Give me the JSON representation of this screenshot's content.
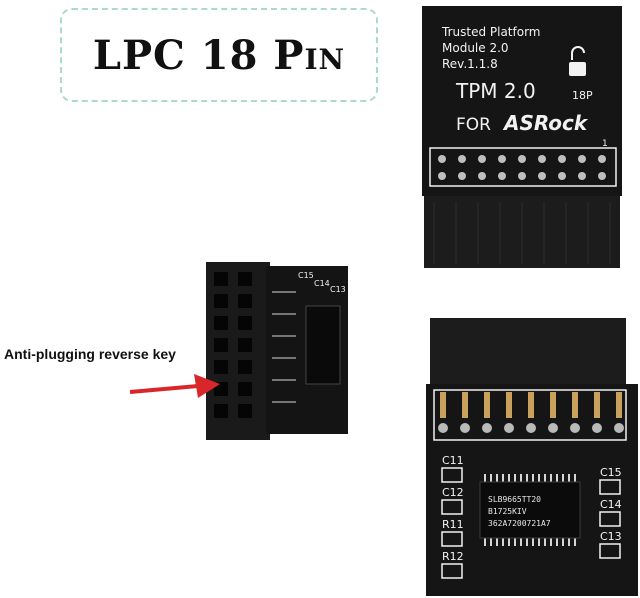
{
  "title": {
    "text": "LPC 18 Pin"
  },
  "side_label": {
    "text": "Anti-plugging reverse key"
  },
  "top_board": {
    "line1": "Trusted Platform",
    "line2": "Module 2.0",
    "line3": "Rev.1.1.8",
    "tpm": "TPM 2.0",
    "pins": "18P",
    "for_label": "FOR",
    "brand": "ASRock",
    "pin_one": "1"
  },
  "bottom_board": {
    "c11": "C11",
    "c12": "C12",
    "r11": "R11",
    "r12": "R12",
    "c15": "C15",
    "c14": "C14",
    "c13": "C13",
    "chip_line1": "SLB9665TT20",
    "chip_line2": "B1725KIV",
    "chip_line3": "362A7200721A7"
  },
  "side_board": {
    "c15": "C15",
    "c14": "C14",
    "c13": "C13"
  },
  "colors": {
    "pcb": "#151515",
    "silkscreen": "#f2f2f2",
    "gold_pin": "#c9a15a",
    "arrow": "#d9262b",
    "title_border": "#a9d9cf"
  }
}
